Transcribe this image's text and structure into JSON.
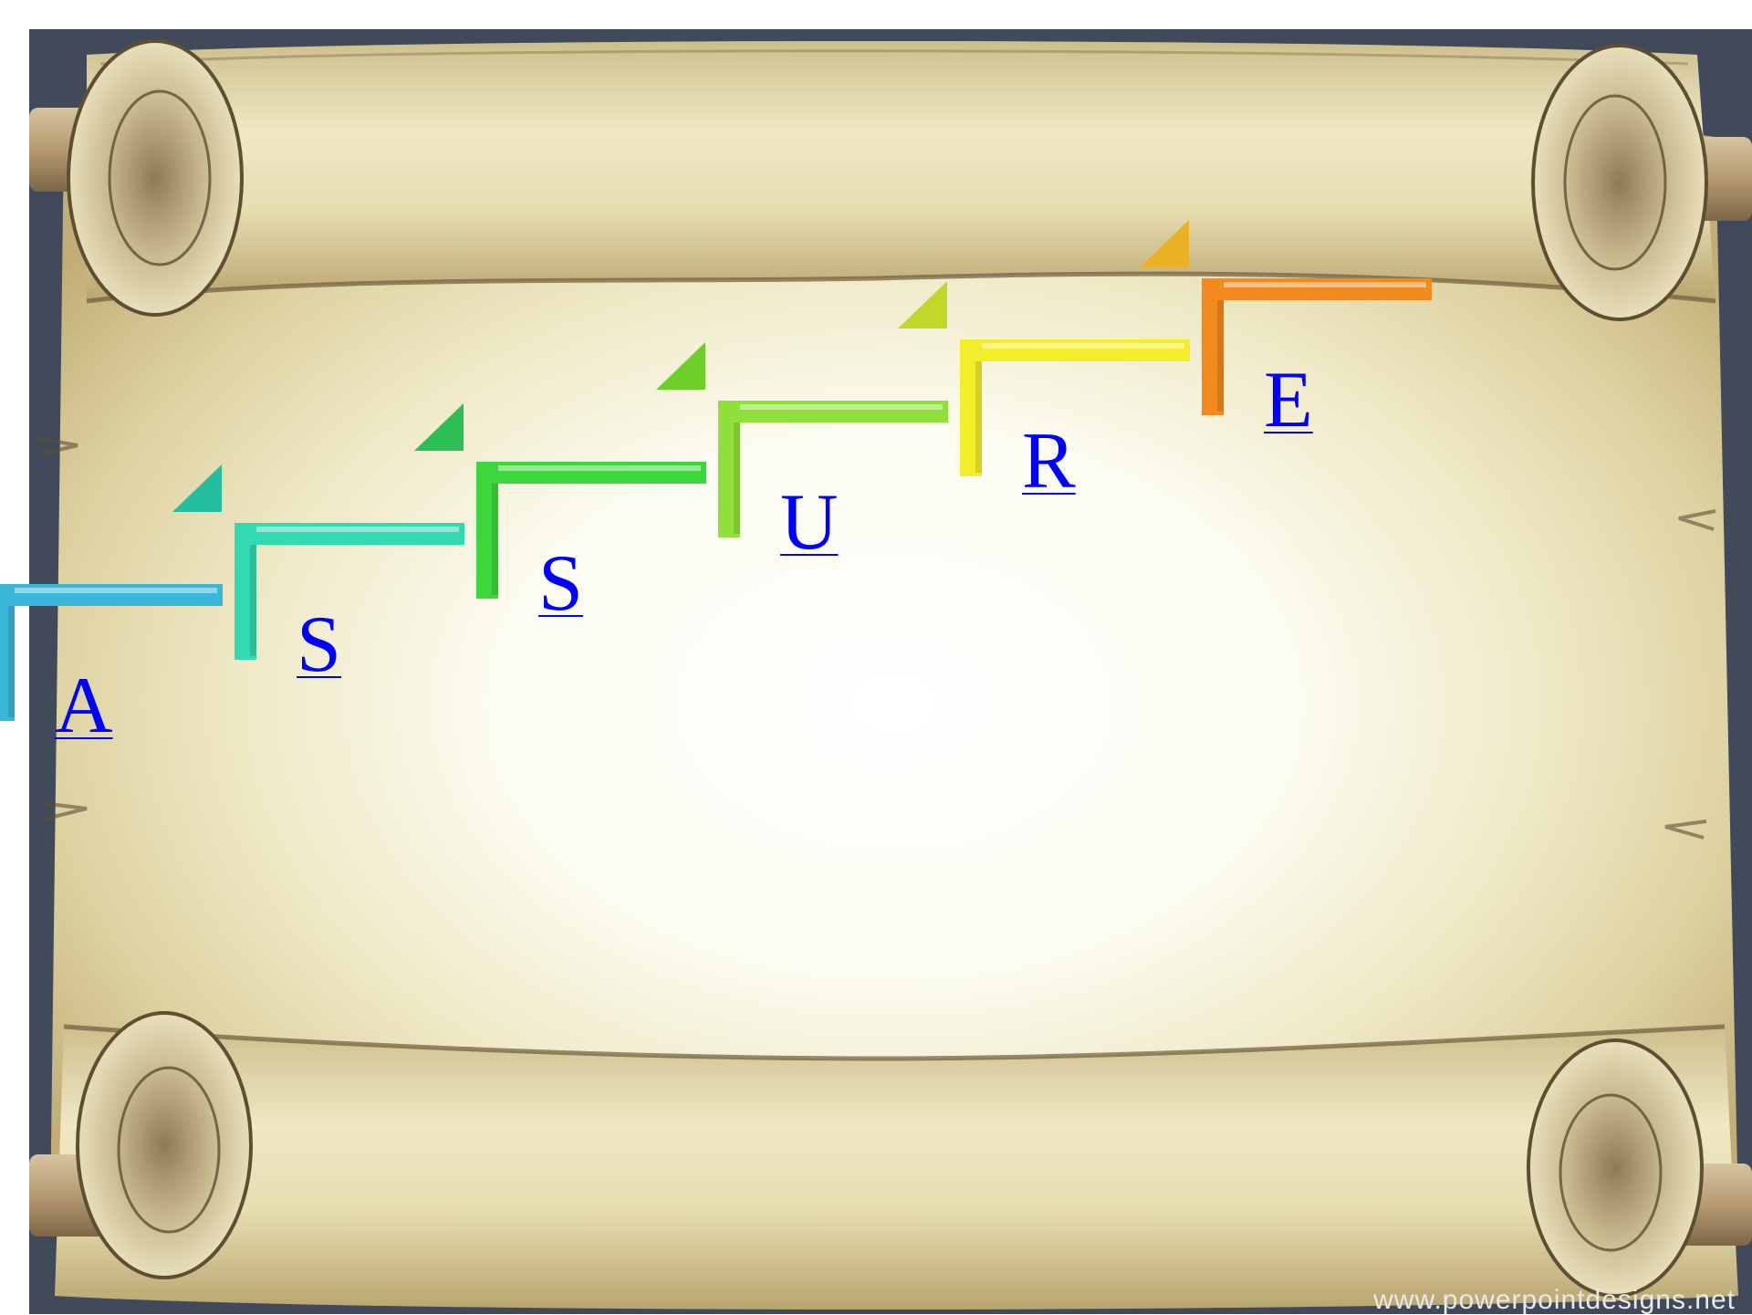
{
  "slide": {
    "watermark": "www.powerpointdesigns.net"
  },
  "steps": [
    {
      "letter": "A",
      "color": "#3ab7d8",
      "accent": "#2fa6c8"
    },
    {
      "letter": "S",
      "color": "#33d9b0",
      "accent": "#24bfa0"
    },
    {
      "letter": "S",
      "color": "#3cd73c",
      "accent": "#2cbf55"
    },
    {
      "letter": "U",
      "color": "#8fe03a",
      "accent": "#6fcf2a"
    },
    {
      "letter": "R",
      "color": "#f2ee2a",
      "accent": "#bfd82a"
    },
    {
      "letter": "E",
      "color": "#f28a1e",
      "accent": "#e8b224"
    }
  ],
  "colors": {
    "border": "#3a4252",
    "parchment_light": "#fdfdf4",
    "parchment_mid": "#e4dcae",
    "parchment_dark": "#b8a36c",
    "rod": "#b59a72"
  }
}
